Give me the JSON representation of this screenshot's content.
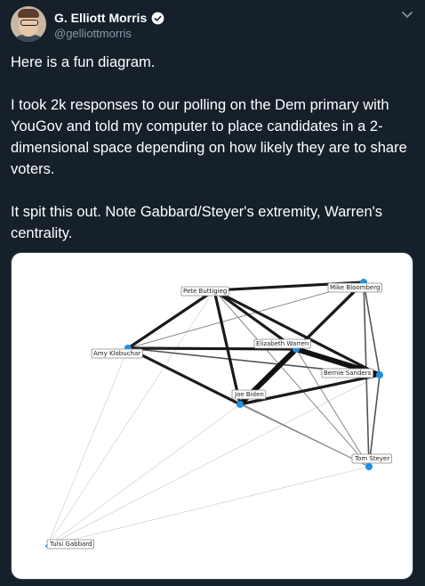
{
  "author": {
    "display_name": "G. Elliott Morris",
    "handle": "@gelliottmorris",
    "verified": true
  },
  "tweet": {
    "paragraphs": [
      "Here is a fun diagram.",
      "I took 2k responses to our polling on the Dem primary with YouGov and told my computer to place candidates in a 2-dimensional space depending on how likely they are to share voters.",
      "It spit this out. Note Gabbard/Steyer's extremity, Warren's centrality."
    ]
  },
  "colors": {
    "background": "#15202b",
    "text": "#ffffff",
    "secondary_text": "#8899a6",
    "verified": "#ffffff",
    "node": "#1e90e6"
  },
  "icons": {
    "verified": "verified-badge-icon",
    "menu": "chevron-down-icon"
  },
  "chart_data": {
    "type": "network",
    "nodes": [
      {
        "id": "buttigieg",
        "label": "Pete Buttigieg"
      },
      {
        "id": "bloomberg",
        "label": "Mike Bloomberg"
      },
      {
        "id": "klobuchar",
        "label": "Amy Klobuchar"
      },
      {
        "id": "warren",
        "label": "Elizabeth Warren"
      },
      {
        "id": "sanders",
        "label": "Bernie Sanders"
      },
      {
        "id": "biden",
        "label": "Joe Biden"
      },
      {
        "id": "steyer",
        "label": "Tom Steyer"
      },
      {
        "id": "gabbard",
        "label": "Tulsi Gabbard"
      }
    ],
    "edges": [
      {
        "source": "buttigieg",
        "target": "bloomberg",
        "weight": "strong"
      },
      {
        "source": "buttigieg",
        "target": "klobuchar",
        "weight": "strong"
      },
      {
        "source": "buttigieg",
        "target": "warren",
        "weight": "strong"
      },
      {
        "source": "buttigieg",
        "target": "sanders",
        "weight": "strong"
      },
      {
        "source": "buttigieg",
        "target": "biden",
        "weight": "strong"
      },
      {
        "source": "buttigieg",
        "target": "steyer",
        "weight": "weak"
      },
      {
        "source": "bloomberg",
        "target": "klobuchar",
        "weight": "weak"
      },
      {
        "source": "bloomberg",
        "target": "warren",
        "weight": "strong"
      },
      {
        "source": "bloomberg",
        "target": "biden",
        "weight": "strong"
      },
      {
        "source": "bloomberg",
        "target": "sanders",
        "weight": "medium"
      },
      {
        "source": "bloomberg",
        "target": "steyer",
        "weight": "medium"
      },
      {
        "source": "klobuchar",
        "target": "warren",
        "weight": "strong"
      },
      {
        "source": "klobuchar",
        "target": "biden",
        "weight": "strong"
      },
      {
        "source": "klobuchar",
        "target": "sanders",
        "weight": "medium"
      },
      {
        "source": "klobuchar",
        "target": "steyer",
        "weight": "weak"
      },
      {
        "source": "klobuchar",
        "target": "gabbard",
        "weight": "faint"
      },
      {
        "source": "warren",
        "target": "sanders",
        "weight": "strongest"
      },
      {
        "source": "warren",
        "target": "biden",
        "weight": "strongest"
      },
      {
        "source": "warren",
        "target": "steyer",
        "weight": "weak"
      },
      {
        "source": "sanders",
        "target": "biden",
        "weight": "strong"
      },
      {
        "source": "sanders",
        "target": "steyer",
        "weight": "medium"
      },
      {
        "source": "biden",
        "target": "steyer",
        "weight": "weak"
      },
      {
        "source": "biden",
        "target": "gabbard",
        "weight": "faint"
      },
      {
        "source": "sanders",
        "target": "gabbard",
        "weight": "faint"
      },
      {
        "source": "steyer",
        "target": "gabbard",
        "weight": "faint"
      },
      {
        "source": "buttigieg",
        "target": "gabbard",
        "weight": "faint"
      }
    ]
  }
}
